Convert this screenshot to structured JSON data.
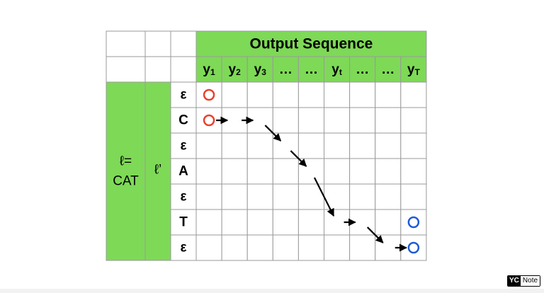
{
  "header": {
    "title": "Output Sequence"
  },
  "columns": [
    {
      "base": "y",
      "sub": "1"
    },
    {
      "base": "y",
      "sub": "2"
    },
    {
      "base": "y",
      "sub": "3"
    },
    {
      "base": "…",
      "sub": ""
    },
    {
      "base": "…",
      "sub": ""
    },
    {
      "base": "y",
      "sub": "t"
    },
    {
      "base": "…",
      "sub": ""
    },
    {
      "base": "…",
      "sub": ""
    },
    {
      "base": "y",
      "sub": "T"
    }
  ],
  "left": {
    "label_line1": "ℓ=",
    "label_line2": "CAT",
    "label_prime": "ℓ’"
  },
  "rows": [
    "ε",
    "C",
    "ε",
    "A",
    "ε",
    "T",
    "ε"
  ],
  "markers": {
    "start": [
      {
        "row": 0,
        "col": 0
      },
      {
        "row": 1,
        "col": 0
      }
    ],
    "end": [
      {
        "row": 5,
        "col": 8
      },
      {
        "row": 6,
        "col": 8
      }
    ],
    "start_color": "#e8412c",
    "end_color": "#1f5bd6"
  },
  "path_steps": [
    {
      "from": [
        1,
        0
      ],
      "to": [
        1,
        1
      ]
    },
    {
      "from": [
        1,
        1
      ],
      "to": [
        1,
        2
      ]
    },
    {
      "from": [
        1,
        2
      ],
      "to": [
        2,
        3
      ]
    },
    {
      "from": [
        2,
        3
      ],
      "to": [
        3,
        4
      ]
    },
    {
      "from": [
        3,
        4
      ],
      "to": [
        5,
        5
      ]
    },
    {
      "from": [
        5,
        5
      ],
      "to": [
        5,
        6
      ]
    },
    {
      "from": [
        5,
        6
      ],
      "to": [
        6,
        7
      ]
    },
    {
      "from": [
        6,
        7
      ],
      "to": [
        6,
        8
      ]
    }
  ],
  "logo": {
    "part1": "YC",
    "part2": "Note"
  }
}
